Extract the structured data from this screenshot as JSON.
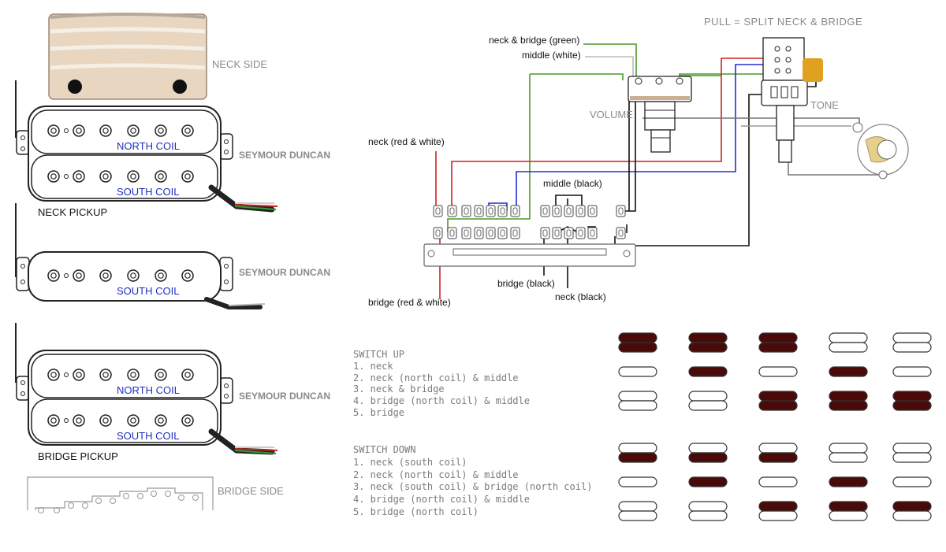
{
  "pickups": {
    "neck_side": "NECK SIDE",
    "bridge_side": "BRIDGE SIDE",
    "north_coil": "NORTH COIL",
    "south_coil": "SOUTH COIL",
    "brand": "SEYMOUR DUNCAN",
    "neck_label": "NECK PICKUP",
    "bridge_label": "BRIDGE PICKUP"
  },
  "wiring": {
    "pull_label": "PULL = SPLIT NECK & BRIDGE",
    "volume_label": "VOLUME",
    "tone_label": "TONE",
    "wire_labels": {
      "neck_bridge_green": "neck & bridge (green)",
      "middle_white": "middle (white)",
      "neck_red_white": "neck (red & white)",
      "middle_black": "middle (black)",
      "bridge_black": "bridge (black)",
      "neck_black": "neck (black)",
      "bridge_red_white": "bridge (red & white)"
    },
    "colors": {
      "green": "#4a9a2a",
      "red": "#d42020",
      "blue": "#2030d0",
      "black": "#111111",
      "tone_cap": "#e0a020",
      "coil_on": "#4a0a0a"
    }
  },
  "switch_up": {
    "title": "SWITCH UP",
    "items": [
      "1. neck",
      "2. neck (north coil) & middle",
      "3. neck & bridge",
      "4. bridge (north coil) & middle",
      "5. bridge"
    ]
  },
  "switch_down": {
    "title": "SWITCH DOWN",
    "items": [
      "1. neck (south coil)",
      "2. neck (north coil) & middle",
      "3. neck (south coil) & bridge (north coil)",
      "4. bridge (north coil) & middle",
      "5. bridge (north coil)"
    ]
  },
  "coil_matrix": {
    "up": [
      {
        "neck": [
          1,
          1
        ],
        "middle": 0,
        "bridge": [
          0,
          0
        ]
      },
      {
        "neck": [
          1,
          1
        ],
        "middle": 1,
        "bridge": [
          0,
          0
        ]
      },
      {
        "neck": [
          1,
          1
        ],
        "middle": 0,
        "bridge": [
          1,
          1
        ]
      },
      {
        "neck": [
          0,
          0
        ],
        "middle": 1,
        "bridge": [
          1,
          1
        ]
      },
      {
        "neck": [
          0,
          0
        ],
        "middle": 0,
        "bridge": [
          1,
          1
        ]
      }
    ],
    "down": [
      {
        "neck": [
          0,
          1
        ],
        "middle": 0,
        "bridge": [
          0,
          0
        ]
      },
      {
        "neck": [
          0,
          1
        ],
        "middle": 1,
        "bridge": [
          0,
          0
        ]
      },
      {
        "neck": [
          0,
          1
        ],
        "middle": 0,
        "bridge": [
          1,
          0
        ]
      },
      {
        "neck": [
          0,
          0
        ],
        "middle": 1,
        "bridge": [
          1,
          0
        ]
      },
      {
        "neck": [
          0,
          0
        ],
        "middle": 0,
        "bridge": [
          1,
          0
        ]
      }
    ]
  }
}
